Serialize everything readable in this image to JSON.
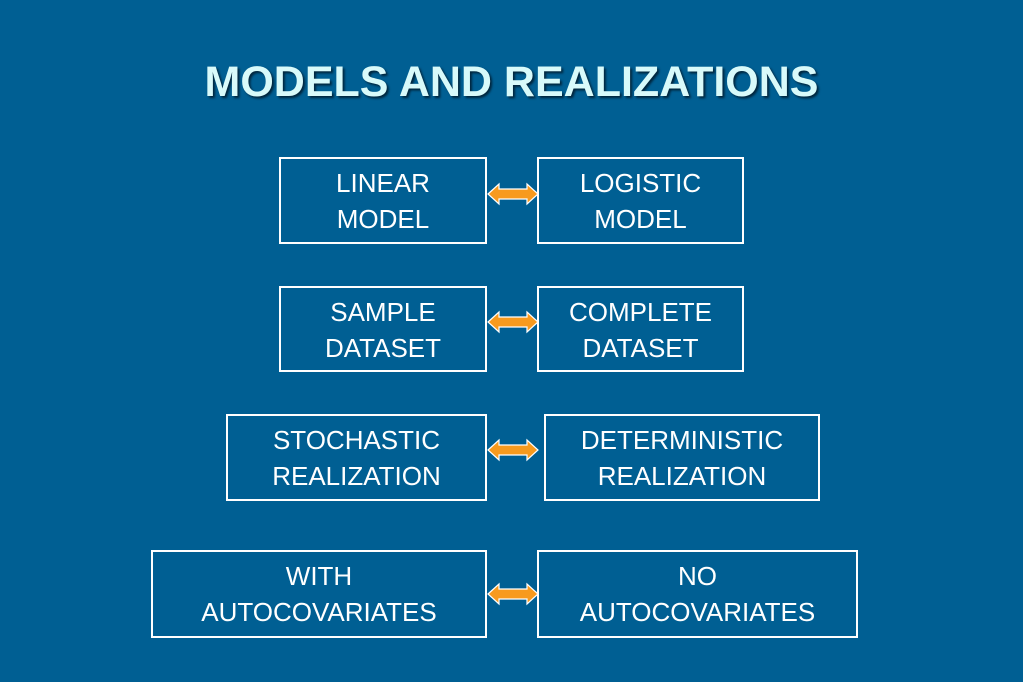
{
  "title": "MODELS AND REALIZATIONS",
  "colors": {
    "background": "#005f93",
    "title": "#d8fafa",
    "box_border": "#ffffff",
    "arrow_fill": "#f79a1e",
    "arrow_outline": "#ffffff"
  },
  "rows": [
    {
      "left": {
        "line1": "LINEAR",
        "line2": "MODEL"
      },
      "right": {
        "line1": "LOGISTIC",
        "line2": "MODEL"
      },
      "connector": "double-arrow-icon"
    },
    {
      "left": {
        "line1": "SAMPLE",
        "line2": "DATASET"
      },
      "right": {
        "line1": "COMPLETE",
        "line2": "DATASET"
      },
      "connector": "double-arrow-icon"
    },
    {
      "left": {
        "line1": "STOCHASTIC",
        "line2": "REALIZATION"
      },
      "right": {
        "line1": "DETERMINISTIC",
        "line2": "REALIZATION"
      },
      "connector": "double-arrow-icon"
    },
    {
      "left": {
        "line1": "WITH",
        "line2": "AUTOCOVARIATES"
      },
      "right": {
        "line1": "NO",
        "line2": "AUTOCOVARIATES"
      },
      "connector": "double-arrow-icon"
    }
  ]
}
